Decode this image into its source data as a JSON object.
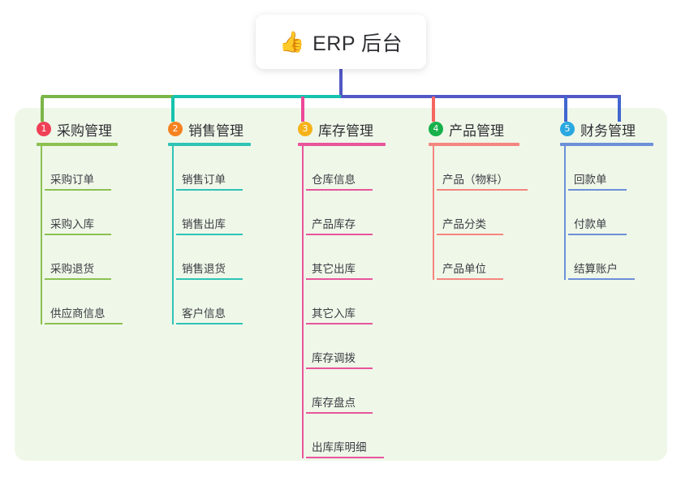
{
  "title": {
    "emoji": "👍",
    "emoji_name": "thumbs-up-icon",
    "text": "ERP 后台"
  },
  "theme": {
    "page_background": "#ffffff",
    "panel_background": "#eff7e9",
    "card_background": "#ffffff",
    "text_color": "#2f3034",
    "trunk_color": "#5258c6"
  },
  "connectors": {
    "segment_colors": [
      "#7ab648",
      "#16c3ae",
      "#5258c6"
    ],
    "drop_colors": [
      "#7ab648",
      "#16c3ae",
      "#ec4899",
      "#f4665f",
      "#4166cf"
    ]
  },
  "columns": [
    {
      "index": "1",
      "title": "采购管理",
      "badge_color": "#ef4056",
      "accent_color": "#8cc152",
      "rule_width": 100,
      "items": [
        {
          "label": "采购订单",
          "rule_width": 82
        },
        {
          "label": "采购入库",
          "rule_width": 82
        },
        {
          "label": "采购退货",
          "rule_width": 82
        },
        {
          "label": "供应商信息",
          "rule_width": 96
        }
      ]
    },
    {
      "index": "2",
      "title": "销售管理",
      "badge_color": "#f58220",
      "accent_color": "#2ec4b6",
      "rule_width": 102,
      "items": [
        {
          "label": "销售订单",
          "rule_width": 82
        },
        {
          "label": "销售出库",
          "rule_width": 82
        },
        {
          "label": "销售退货",
          "rule_width": 82
        },
        {
          "label": "客户信息",
          "rule_width": 82
        }
      ]
    },
    {
      "index": "3",
      "title": "库存管理",
      "badge_color": "#f6b319",
      "accent_color": "#e8559b",
      "rule_width": 108,
      "items": [
        {
          "label": "仓库信息",
          "rule_width": 82
        },
        {
          "label": "产品库存",
          "rule_width": 82
        },
        {
          "label": "其它出库",
          "rule_width": 82
        },
        {
          "label": "其它入库",
          "rule_width": 82
        },
        {
          "label": "库存调拨",
          "rule_width": 82
        },
        {
          "label": "库存盘点",
          "rule_width": 82
        },
        {
          "label": "出库库明细",
          "rule_width": 96
        }
      ]
    },
    {
      "index": "4",
      "title": "产品管理",
      "badge_color": "#18b04b",
      "accent_color": "#f4867f",
      "rule_width": 112,
      "items": [
        {
          "label": "产品（物料）",
          "rule_width": 112
        },
        {
          "label": "产品分类",
          "rule_width": 82
        },
        {
          "label": "产品单位",
          "rule_width": 82
        }
      ]
    },
    {
      "index": "5",
      "title": "财务管理",
      "badge_color": "#2aa8e0",
      "accent_color": "#6d90d8",
      "rule_width": 115,
      "items": [
        {
          "label": "回款单",
          "rule_width": 72
        },
        {
          "label": "付款单",
          "rule_width": 72
        },
        {
          "label": "结算账户",
          "rule_width": 82
        }
      ]
    }
  ]
}
